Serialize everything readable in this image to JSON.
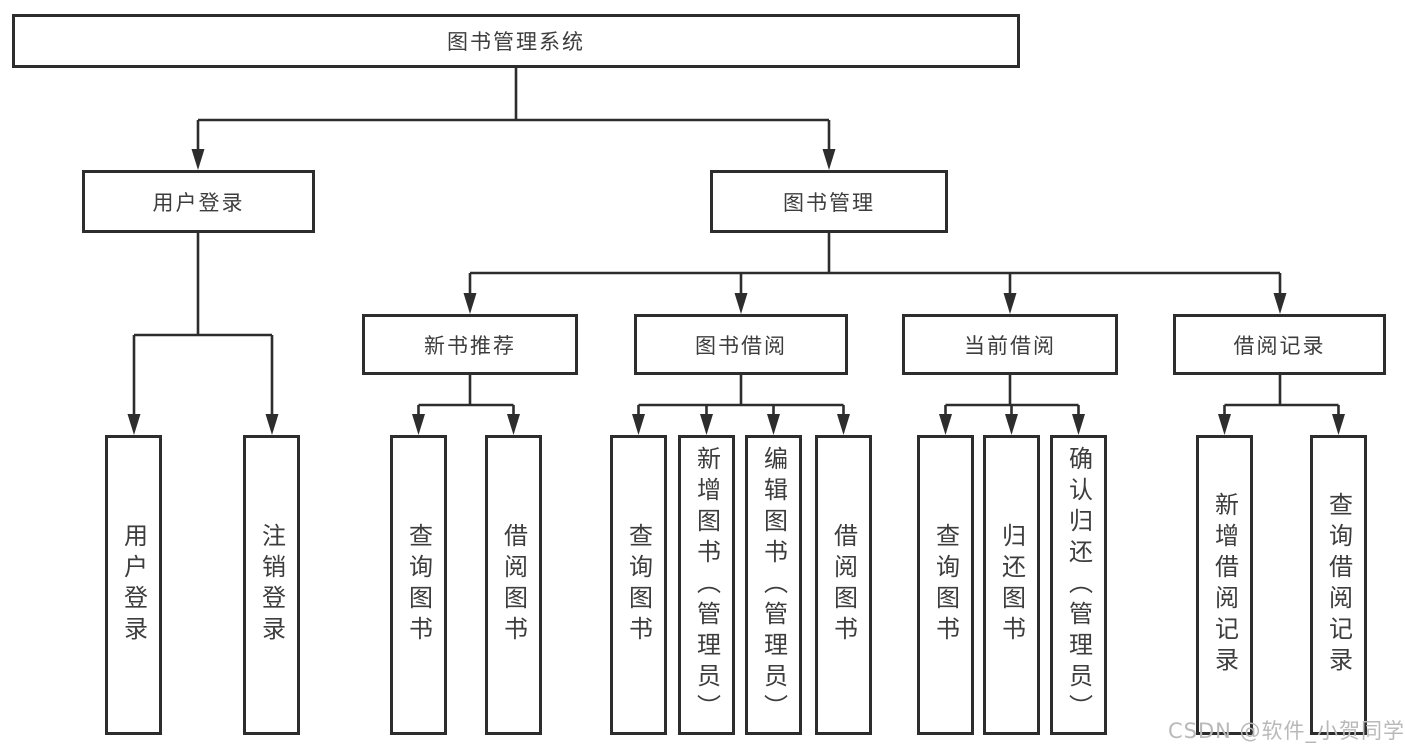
{
  "diagram": {
    "title": "图书管理系统",
    "root": {
      "label": "图书管理系统"
    },
    "level2": [
      {
        "id": "user-login",
        "label": "用户登录"
      },
      {
        "id": "book-management",
        "label": "图书管理"
      }
    ],
    "level3": [
      {
        "id": "new-book-recommend",
        "label": "新书推荐",
        "parent": "book-management"
      },
      {
        "id": "book-borrow",
        "label": "图书借阅",
        "parent": "book-management"
      },
      {
        "id": "current-borrow",
        "label": "当前借阅",
        "parent": "book-management"
      },
      {
        "id": "borrow-records",
        "label": "借阅记录",
        "parent": "book-management"
      }
    ],
    "leaves": [
      {
        "id": "leaf-user-login",
        "label": "用户登录",
        "parent": "user-login"
      },
      {
        "id": "leaf-logout",
        "label": "注销登录",
        "parent": "user-login"
      },
      {
        "id": "leaf-query-book-1",
        "label": "查询图书",
        "parent": "new-book-recommend"
      },
      {
        "id": "leaf-borrow-book-1",
        "label": "借阅图书",
        "parent": "new-book-recommend"
      },
      {
        "id": "leaf-query-book-2",
        "label": "查询图书",
        "parent": "book-borrow"
      },
      {
        "id": "leaf-add-book-admin",
        "label": "新增图书（管理员）",
        "parent": "book-borrow"
      },
      {
        "id": "leaf-edit-book-admin",
        "label": "编辑图书（管理员）",
        "parent": "book-borrow"
      },
      {
        "id": "leaf-borrow-book-2",
        "label": "借阅图书",
        "parent": "book-borrow"
      },
      {
        "id": "leaf-query-book-3",
        "label": "查询图书",
        "parent": "current-borrow"
      },
      {
        "id": "leaf-return-book",
        "label": "归还图书",
        "parent": "current-borrow"
      },
      {
        "id": "leaf-confirm-return-admin",
        "label": "确认归还（管理员）",
        "parent": "current-borrow"
      },
      {
        "id": "leaf-add-borrow-record",
        "label": "新增借阅记录",
        "parent": "borrow-records"
      },
      {
        "id": "leaf-query-borrow-record",
        "label": "查询借阅记录",
        "parent": "borrow-records"
      }
    ],
    "watermark": "CSDN @软件_小贺同学",
    "colors": {
      "line": "#2d2d2d",
      "border": "#2d2d2d",
      "text": "#3d3d3d",
      "watermark": "#b9b9b9",
      "background": "#ffffff"
    }
  }
}
